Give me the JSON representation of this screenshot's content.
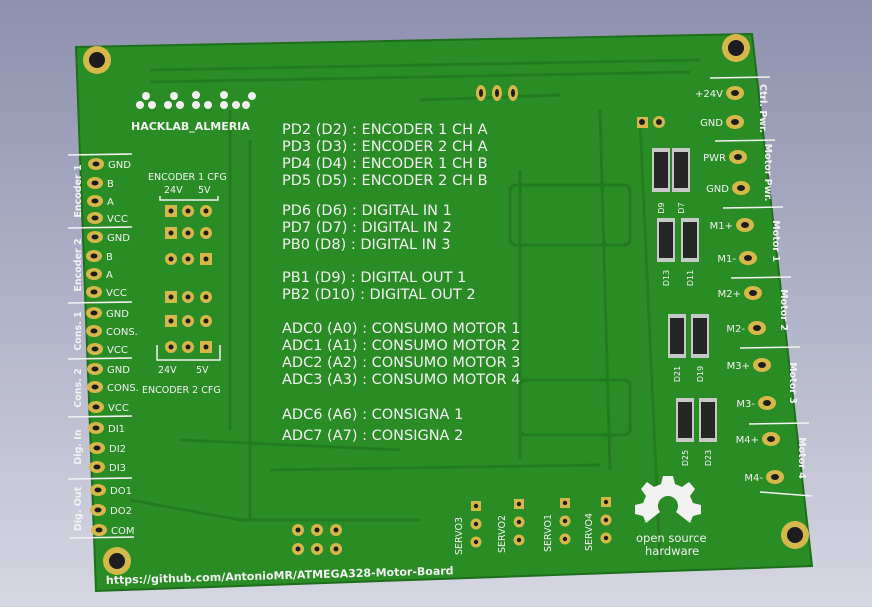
{
  "logo": {
    "name": "HACKLAB_ALMERIA"
  },
  "pin_map": [
    "PD2 (D2) : ENCODER 1 CH A",
    "PD3 (D3) : ENCODER 2 CH A",
    "PD4 (D4) : ENCODER 1 CH B",
    "PD5 (D5) : ENCODER 2 CH B",
    "PD6 (D6) : DIGITAL IN 1",
    "PD7 (D7) : DIGITAL IN 2",
    "PB0 (D8) : DIGITAL IN 3",
    "PB1 (D9) : DIGITAL OUT 1",
    "PB2 (D10) : DIGITAL OUT 2",
    "ADC0 (A0) : CONSUMO MOTOR 1",
    "ADC1 (A1) : CONSUMO MOTOR 2",
    "ADC2 (A2) : CONSUMO MOTOR 3",
    "ADC3 (A3) : CONSUMO MOTOR 4",
    "ADC6 (A6) : CONSIGNA 1",
    "ADC7 (A7) : CONSIGNA 2"
  ],
  "encoder_cfg": {
    "title1": "ENCODER 1 CFG",
    "title2": "ENCODER 2 CFG",
    "v24": "24V",
    "v5": "5V"
  },
  "left_connectors": {
    "groups": [
      "Encoder 1",
      "Encoder 2",
      "Cons. 1",
      "Cons. 2",
      "Dig. In",
      "Dig. Out"
    ],
    "pins": [
      "GND",
      "B",
      "A",
      "VCC",
      "GND",
      "B",
      "A",
      "VCC",
      "GND",
      "CONS.",
      "VCC",
      "GND",
      "CONS.",
      "VCC",
      "DI1",
      "DI2",
      "DI3",
      "DO1",
      "DO2",
      "COM"
    ]
  },
  "right_connectors": {
    "groups": [
      "Ctrl. Pwr.",
      "Motor Pwr.",
      "Motor 1",
      "Motor 2",
      "Motor 3",
      "Motor 4"
    ],
    "pins": [
      "+24V",
      "GND",
      "PWR",
      "GND",
      "M1+",
      "M1-",
      "M2+",
      "M2-",
      "M3+",
      "M3-",
      "M4+",
      "M4-"
    ]
  },
  "diodes": [
    "D9",
    "D7",
    "D13",
    "D11",
    "D21",
    "D19",
    "D25",
    "D23"
  ],
  "servos": [
    "SERVO3",
    "SERVO2",
    "SERVO1",
    "SERVO4"
  ],
  "oshw": {
    "line1": "open source",
    "line2": "hardware"
  },
  "url": "https://github.com/AntonioMR/ATMEGA328-Motor-Board",
  "colors": {
    "board": "#2a8c25",
    "board_dark": "#237a20",
    "silk": "#f2f2f2",
    "pad": "#d6b84a",
    "hole": "#1d1d1d"
  }
}
